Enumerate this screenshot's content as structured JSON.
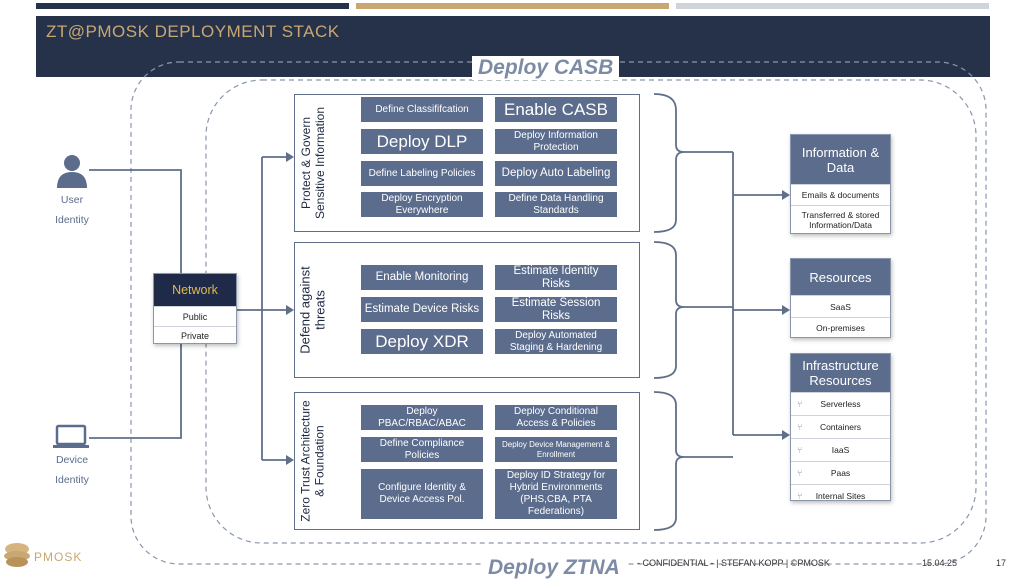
{
  "header": {
    "title": "ZT@PMOSK DEPLOYMENT STACK"
  },
  "outer": {
    "casb_label": "Deploy CASB",
    "ztna_label": "Deploy ZTNA"
  },
  "identities": {
    "user_line1": "User",
    "user_line2": "Identity",
    "device_line1": "Device",
    "device_line2": "Identity"
  },
  "network": {
    "title": "Network",
    "items": [
      "Public",
      "Private"
    ]
  },
  "sections": [
    {
      "title": "Protect & Govern\nSensitive Information",
      "tiles": [
        "Define Classififcation",
        "Enable CASB",
        "Deploy DLP",
        "Deploy Information Protection",
        "Define Labeling Policies",
        "Deploy Auto Labeling",
        "Deploy Encryption Everywhere",
        "Define Data Handling Standards"
      ]
    },
    {
      "title": "Defend against\nthreats",
      "tiles": [
        "Enable Monitoring",
        "Estimate Identity Risks",
        "Estimate Device Risks",
        "Estimate Session Risks",
        "Deploy XDR",
        "Deploy Automated Staging & Hardening"
      ]
    },
    {
      "title": "Zero Trust Architecture\n& Foundation",
      "tiles": [
        "Deploy PBAC/RBAC/ABAC",
        "Deploy Conditional Access & Policies",
        "Define Compliance Policies",
        "Deploy Device Management & Enrollment",
        "Configure Identity & Device Access Pol.",
        "Deploy ID Strategy for Hybrid Environments (PHS,CBA, PTA Federations)"
      ]
    }
  ],
  "info_panel": {
    "title": "Information & Data",
    "items": [
      "Emails & documents",
      "Transferred & stored Information/Data"
    ]
  },
  "resources_panel": {
    "title": "Resources",
    "items": [
      "SaaS",
      "On-premises"
    ]
  },
  "infra_panel": {
    "title": "Infrastructure Resources",
    "items": [
      "Serverless",
      "Containers",
      "IaaS",
      "Paas",
      "Internal Sites"
    ]
  },
  "footer": {
    "logo": "PMOSK",
    "confidential": "- CONFIDENTIAL - | STEFAN KOPP | ©PMOSK",
    "date": "15.04.25",
    "page": "17"
  },
  "icons": {
    "user": "user-icon",
    "device": "laptop-icon",
    "infra_item": "branch-icon"
  },
  "colors": {
    "header_bg": "#26324a",
    "header_text": "#c9a772",
    "tile": "#5b6c8c",
    "network_head": "#1e2a48",
    "network_text": "#e2b94e"
  }
}
